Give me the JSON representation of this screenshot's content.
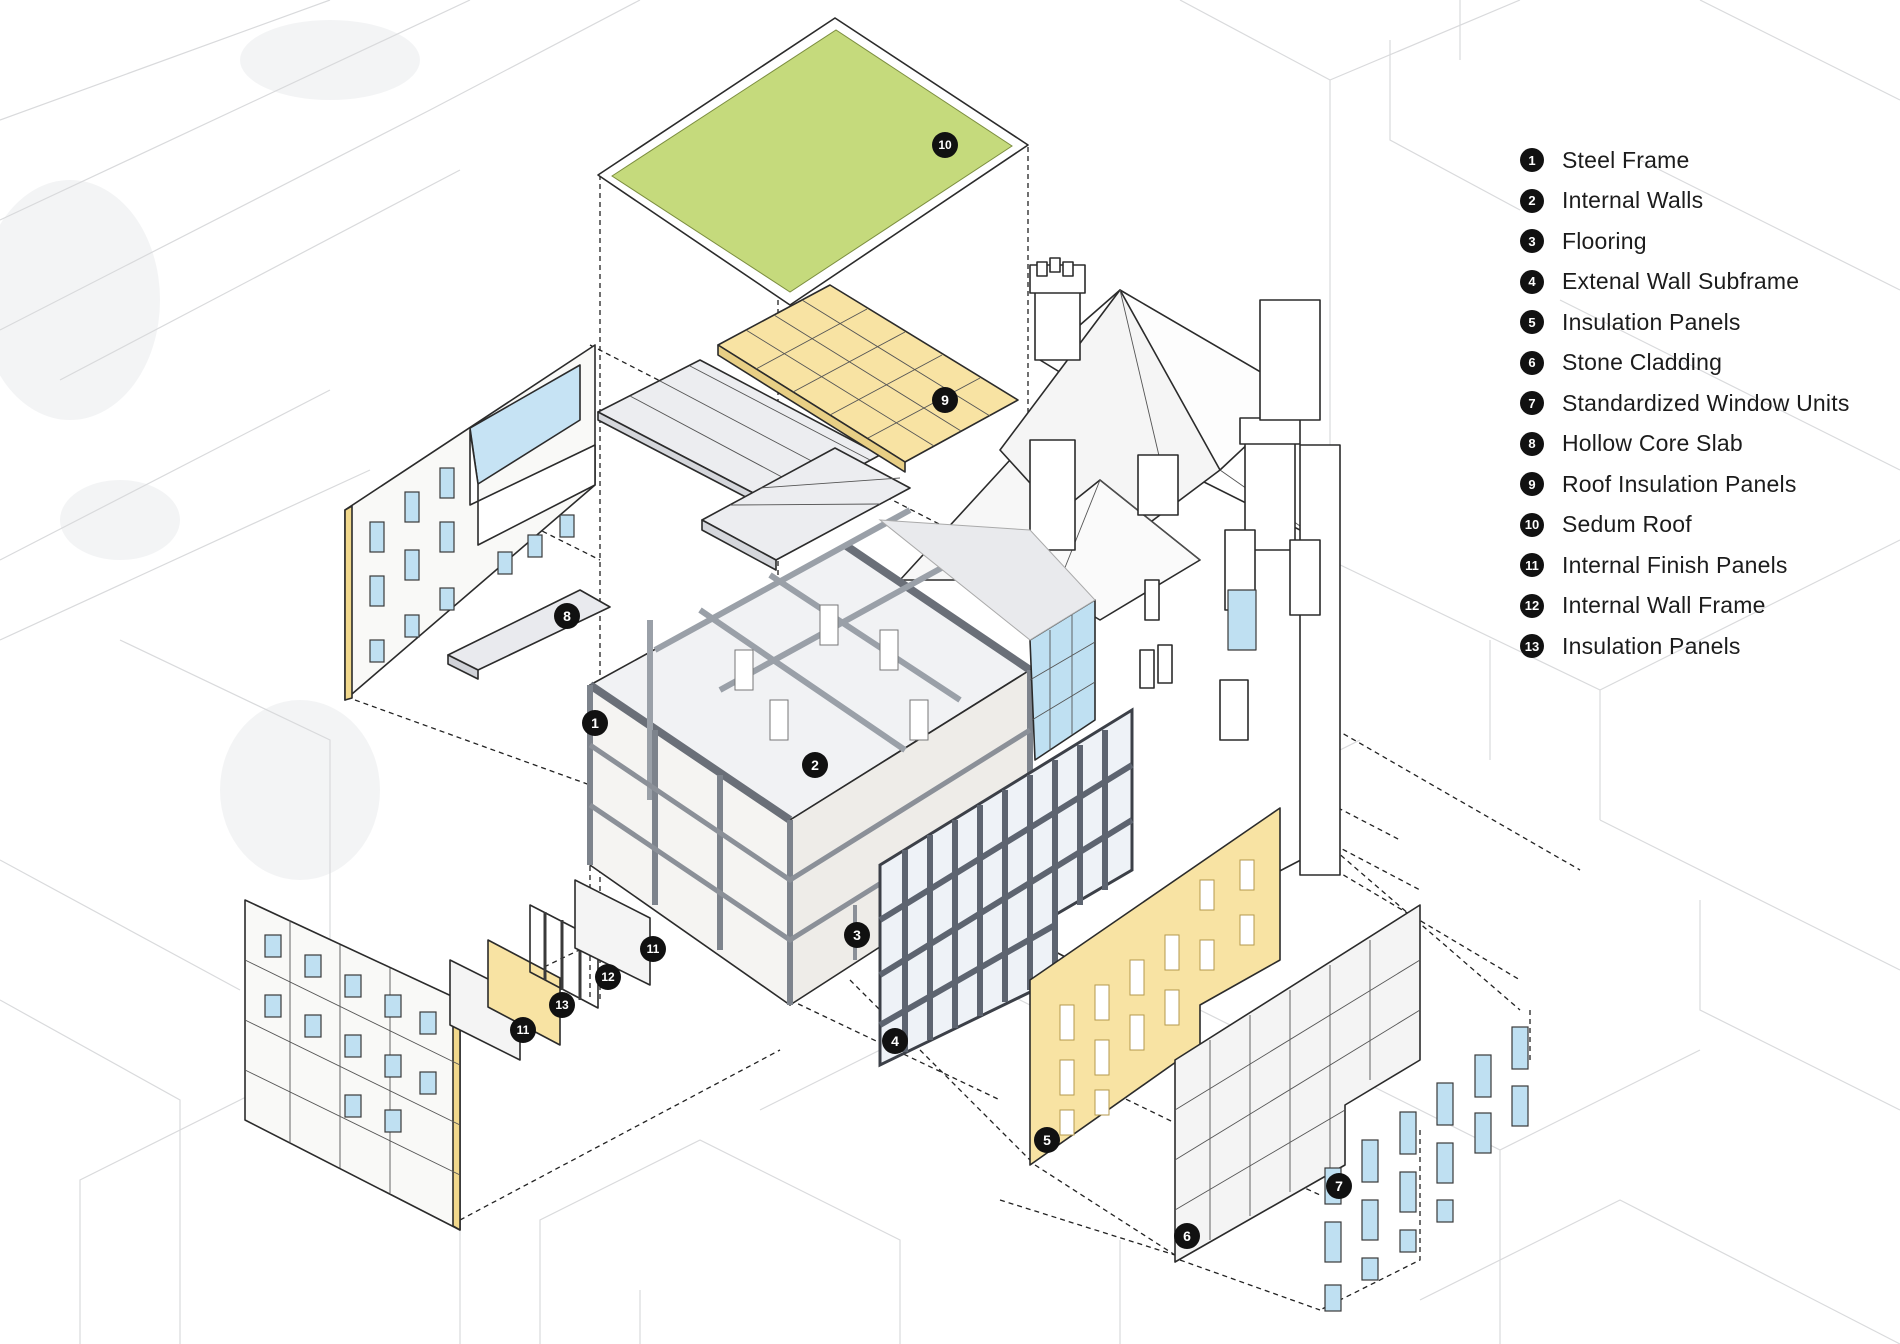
{
  "legend": {
    "items": [
      {
        "number": "1",
        "label": "Steel Frame"
      },
      {
        "number": "2",
        "label": "Internal Walls"
      },
      {
        "number": "3",
        "label": "Flooring"
      },
      {
        "number": "4",
        "label": "Extenal Wall Subframe"
      },
      {
        "number": "5",
        "label": "Insulation Panels"
      },
      {
        "number": "6",
        "label": "Stone Cladding"
      },
      {
        "number": "7",
        "label": "Standardized Window Units"
      },
      {
        "number": "8",
        "label": "Hollow Core Slab"
      },
      {
        "number": "9",
        "label": "Roof Insulation Panels"
      },
      {
        "number": "10",
        "label": "Sedum Roof"
      },
      {
        "number": "11",
        "label": "Internal Finish Panels"
      },
      {
        "number": "12",
        "label": "Internal Wall Frame"
      },
      {
        "number": "13",
        "label": "Insulation Panels"
      }
    ]
  },
  "markers": [
    "10",
    "9",
    "8",
    "1",
    "2",
    "3",
    "4",
    "5",
    "6",
    "7",
    "11",
    "12",
    "13",
    "11"
  ],
  "colors": {
    "sedum": "#c5da7c",
    "insulation": "#f8e3a3",
    "glass": "#bfe0f2",
    "cladding": "#f4f4f4",
    "subframe": "#5d6470",
    "context": "#d9dadc",
    "marker": "#111111"
  }
}
